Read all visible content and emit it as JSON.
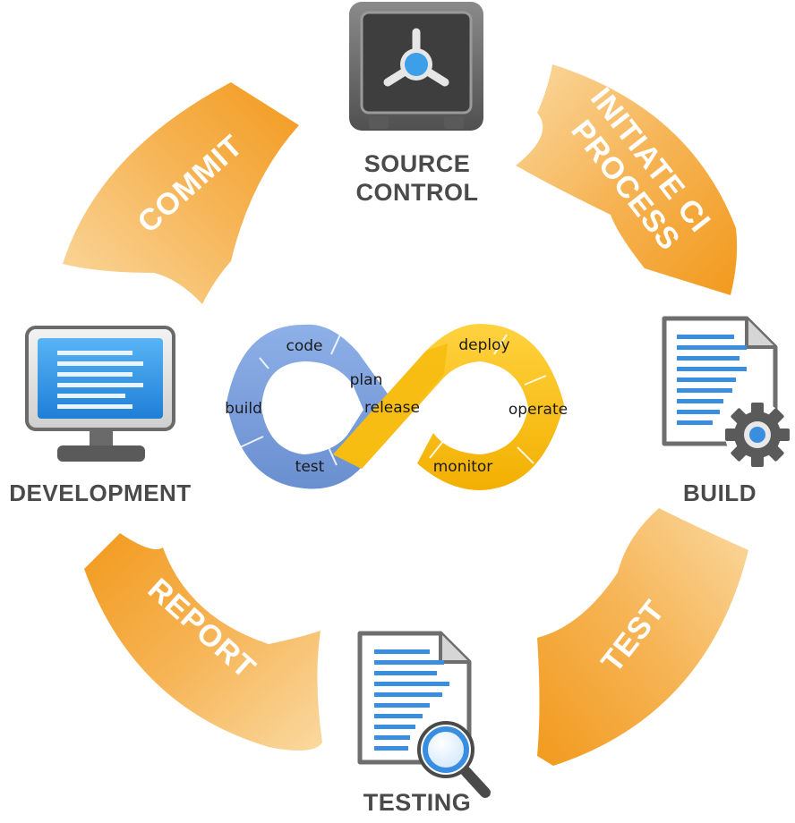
{
  "nodes": {
    "source_control": {
      "line1": "SOURCE",
      "line2": "CONTROL"
    },
    "build": {
      "label": "BUILD"
    },
    "testing": {
      "label": "TESTING"
    },
    "development": {
      "label": "DEVELOPMENT"
    }
  },
  "arrows": {
    "commit": "COMMIT",
    "initiate_line1": "INITIATE CI",
    "initiate_line2": "PROCESS",
    "test": "TEST",
    "report": "REPORT"
  },
  "devops_loop": {
    "code": "code",
    "plan": "plan",
    "build": "build",
    "release": "release",
    "test": "test",
    "deploy": "deploy",
    "operate": "operate",
    "monitor": "monitor"
  },
  "colors": {
    "arrow_orange": "#f29a1d",
    "arrow_light": "#f8c978",
    "loop_blue": "#7b9fdc",
    "loop_yellow": "#f7bd12",
    "icon_gray": "#6a6a6a",
    "screen_blue": "#2b8fe0",
    "label_gray": "#4a4a4a"
  }
}
